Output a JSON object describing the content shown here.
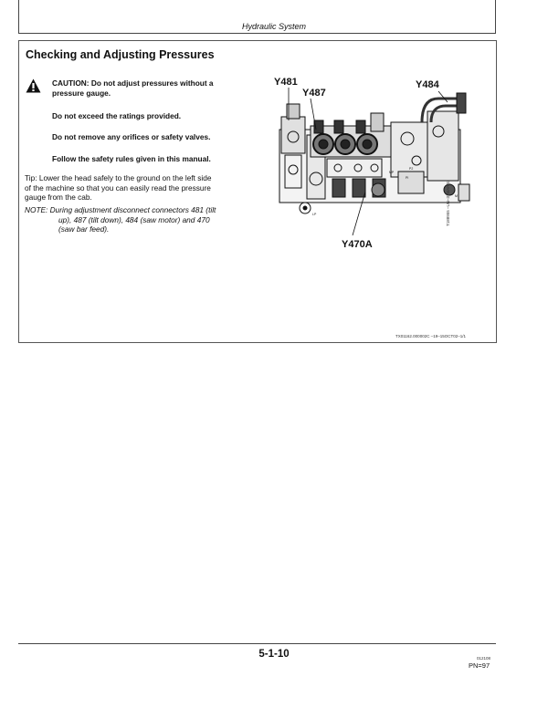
{
  "header": {
    "title": "Hydraulic System"
  },
  "section": {
    "title": "Checking and Adjusting Pressures",
    "caution_lines": [
      "CAUTION: Do not adjust pressures without a",
      "pressure gauge."
    ],
    "rule1": "Do not exceed the ratings provided.",
    "rule2": "Do not remove any orifices or safety valves.",
    "rule3": "Follow the safety rules given in this manual.",
    "tip_lines": [
      "Tip: Lower the head safely to the ground on the left side",
      "of the machine so that you can easily read the pressure",
      "gauge from the cab."
    ],
    "note_lines": [
      "NOTE:  During adjustment disconnect connectors 481 (tilt",
      "up), 487 (tilt down), 484 (saw motor) and 470",
      "(saw bar feed)."
    ]
  },
  "figure": {
    "labels": {
      "y481": "Y481",
      "y487": "Y487",
      "y484": "Y484",
      "y470a": "Y470A"
    },
    "side_code": "T188955 –UN–31MAR03",
    "ref_code": "TX01162.000002C  –19–15OCT02–1/1"
  },
  "footer": {
    "page_number": "5-1-10",
    "date_code": "012108",
    "pn": "PN=97"
  }
}
